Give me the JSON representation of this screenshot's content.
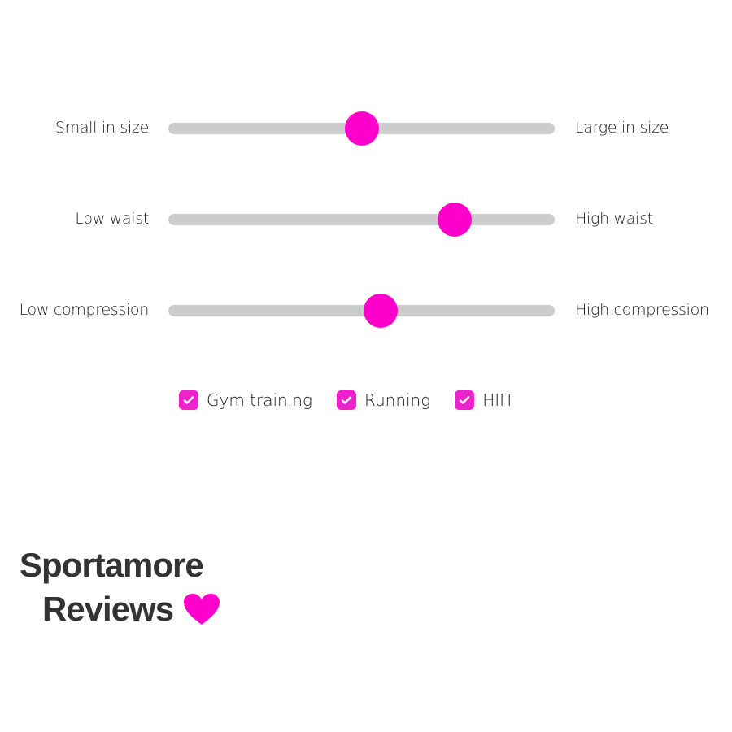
{
  "sliders": [
    {
      "left_label": "Small in size",
      "right_label": "Large in size",
      "value": 0.5
    },
    {
      "left_label": "Low waist",
      "right_label": "High waist",
      "value": 0.74
    },
    {
      "left_label": "Low compression",
      "right_label": "High compression",
      "value": 0.55
    }
  ],
  "activities": [
    {
      "label": "Gym training",
      "checked": true
    },
    {
      "label": "Running",
      "checked": true
    },
    {
      "label": "HIIT",
      "checked": true
    }
  ],
  "logo": {
    "line1": "Sportamore",
    "line2": "Reviews"
  },
  "colors": {
    "accent": "#ff00cc",
    "track": "#cccccc"
  }
}
